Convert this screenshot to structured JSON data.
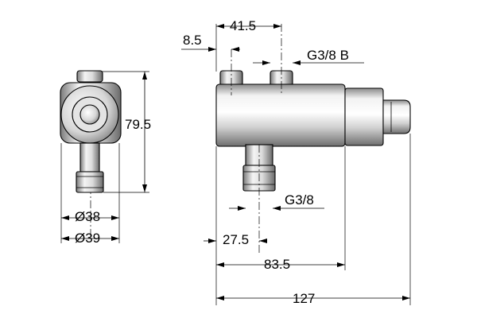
{
  "dimensions": {
    "height": "79.5",
    "dia_inner": "Ø38",
    "dia_outer": "Ø39",
    "offset_top": "8.5",
    "inlet_spacing": "41.5",
    "inlet_thread": "G3/8 B",
    "outlet_thread": "G3/8",
    "outlet_offset": "27.5",
    "body_length": "83.5",
    "total_length": "127"
  }
}
